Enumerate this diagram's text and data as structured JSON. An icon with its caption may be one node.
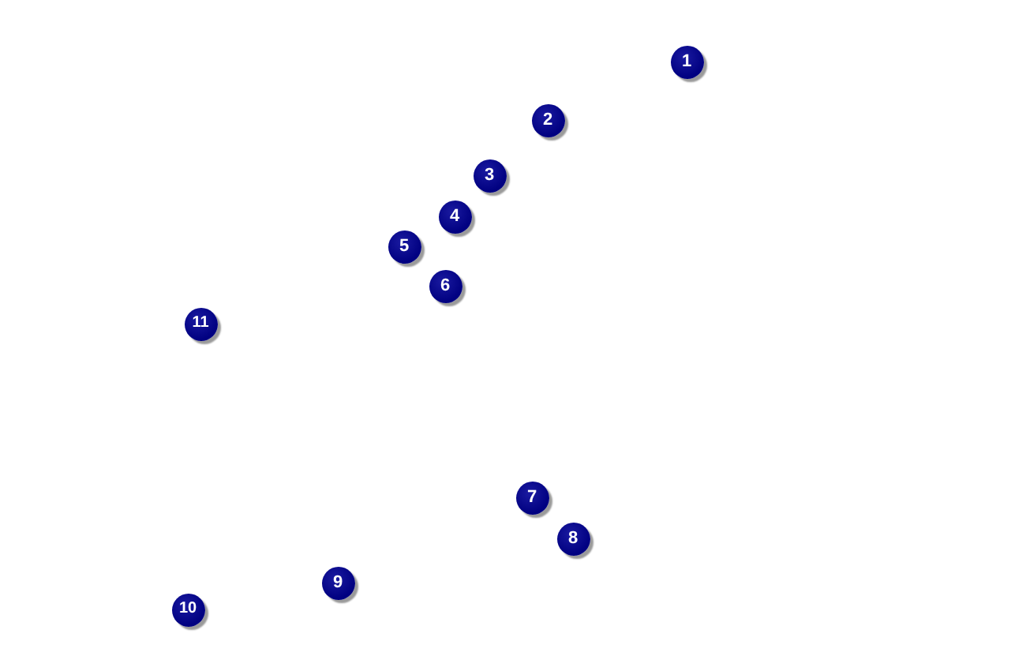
{
  "diagram": {
    "nodes": [
      {
        "text": [
          "1"
        ]
      },
      {
        "text": [
          "2"
        ]
      },
      {
        "text": [
          "3"
        ]
      },
      {
        "text": [
          "4"
        ]
      },
      {
        "text": [
          "5"
        ]
      },
      {
        "text": [
          "6"
        ]
      },
      {
        "text": [
          "11"
        ]
      },
      {
        "text": [
          "7"
        ]
      },
      {
        "text": [
          "8"
        ]
      },
      {
        "text": [
          "9"
        ]
      },
      {
        "text": [
          "10"
        ]
      }
    ]
  }
}
